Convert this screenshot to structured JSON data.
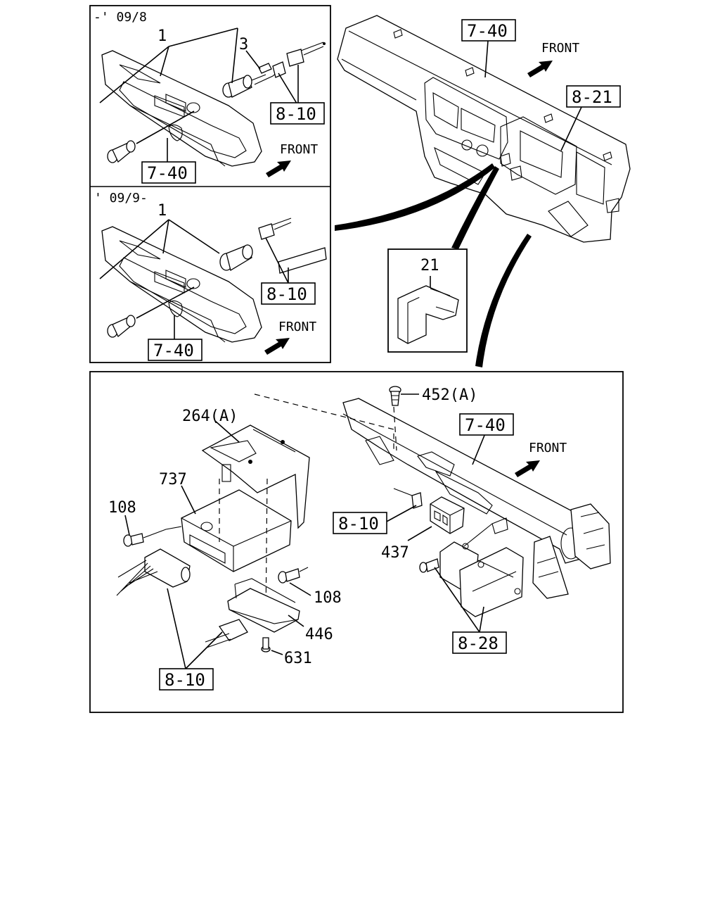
{
  "inset_top": {
    "section_label": "-' 09/8",
    "part_1": "1",
    "part_3": "3",
    "ref_harness": "8-10",
    "ref_panel": "7-40",
    "front": "FRONT"
  },
  "inset_middle": {
    "section_label": "' 09/9-",
    "part_1": "1",
    "ref_harness": "8-10",
    "ref_panel": "7-40",
    "front": "FRONT"
  },
  "dashboard": {
    "ref_panel": "7-40",
    "ref_meter": "8-21",
    "front": "FRONT"
  },
  "switch_inset": {
    "part_21": "21"
  },
  "bottom": {
    "part_452": "452(A)",
    "part_264": "264(A)",
    "part_737": "737",
    "part_108_left": "108",
    "part_108_right": "108",
    "part_446": "446",
    "part_631": "631",
    "part_437": "437",
    "ref_panel": "7-40",
    "ref_harness_left": "8-10",
    "ref_harness_center": "8-10",
    "ref_bracket": "8-28",
    "front": "FRONT"
  }
}
